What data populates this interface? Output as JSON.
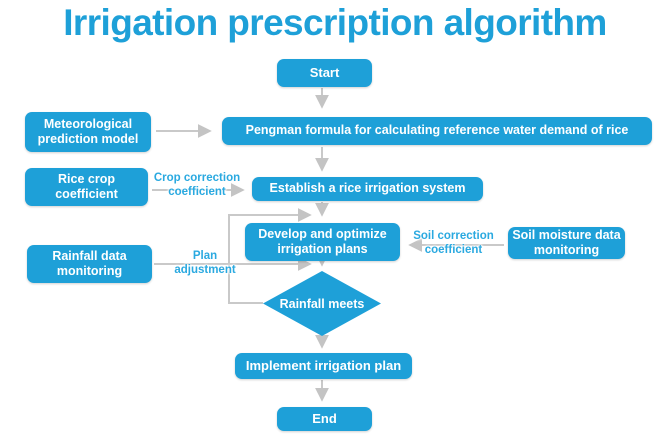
{
  "title": "Irrigation prescription algorithm",
  "colors": {
    "accent": "#1ea0d8",
    "edge_label": "#2aa9e0",
    "arrow": "#c9c9c9"
  },
  "nodes": {
    "start": {
      "label": "Start"
    },
    "met_model": {
      "label": "Meteorological prediction model"
    },
    "pengman": {
      "label": "Pengman formula for calculating reference water demand of rice"
    },
    "rice_coefficient": {
      "label": "Rice crop coefficient"
    },
    "establish": {
      "label": "Establish a rice irrigation system"
    },
    "develop": {
      "label": "Develop and optimize irrigation plans"
    },
    "soil_monitoring": {
      "label": "Soil moisture data monitoring"
    },
    "rainfall_monitoring": {
      "label": "Rainfall data monitoring"
    },
    "decision": {
      "label": "Rainfall meets"
    },
    "implement": {
      "label": "Implement irrigation plan"
    },
    "end": {
      "label": "End"
    }
  },
  "edge_labels": {
    "crop_correction": "Crop correction coefficient",
    "soil_correction": "Soil correction coefficient",
    "plan_adjustment": "Plan adjustment"
  }
}
